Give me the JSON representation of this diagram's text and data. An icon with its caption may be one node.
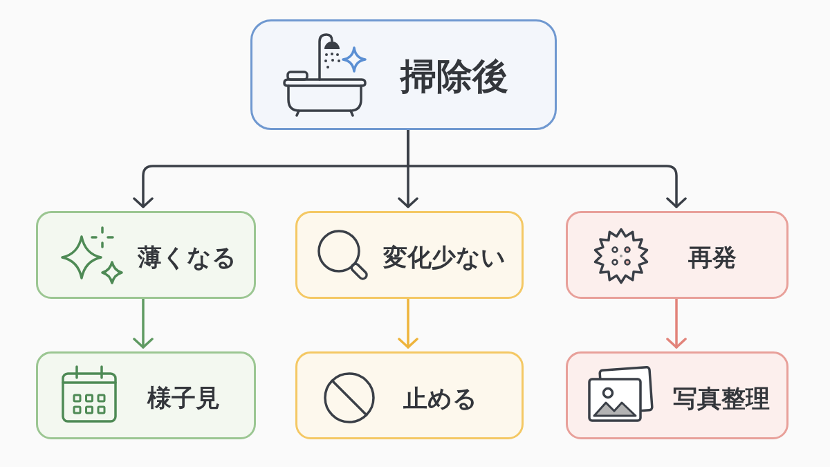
{
  "diagram": {
    "nodes": [
      {
        "text": [
          "掃除後"
        ]
      },
      {
        "text": [
          "薄くなる"
        ]
      },
      {
        "text": [
          "変化少ない"
        ]
      },
      {
        "text": [
          "再発"
        ]
      },
      {
        "text": [
          "様子見"
        ]
      },
      {
        "text": [
          "止める"
        ]
      },
      {
        "text": [
          "写真整理"
        ]
      }
    ],
    "edges": [
      {
        "from": 0,
        "to": 1,
        "arrow": "to"
      },
      {
        "from": 0,
        "to": 2,
        "arrow": "to"
      },
      {
        "from": 0,
        "to": 3,
        "arrow": "to"
      },
      {
        "from": 1,
        "to": 4,
        "arrow": "to",
        "color": "#5f9a62"
      },
      {
        "from": 2,
        "to": 5,
        "arrow": "to",
        "color": "#eeb43c"
      },
      {
        "from": 3,
        "to": 6,
        "arrow": "to",
        "color": "#e2837a"
      }
    ]
  }
}
